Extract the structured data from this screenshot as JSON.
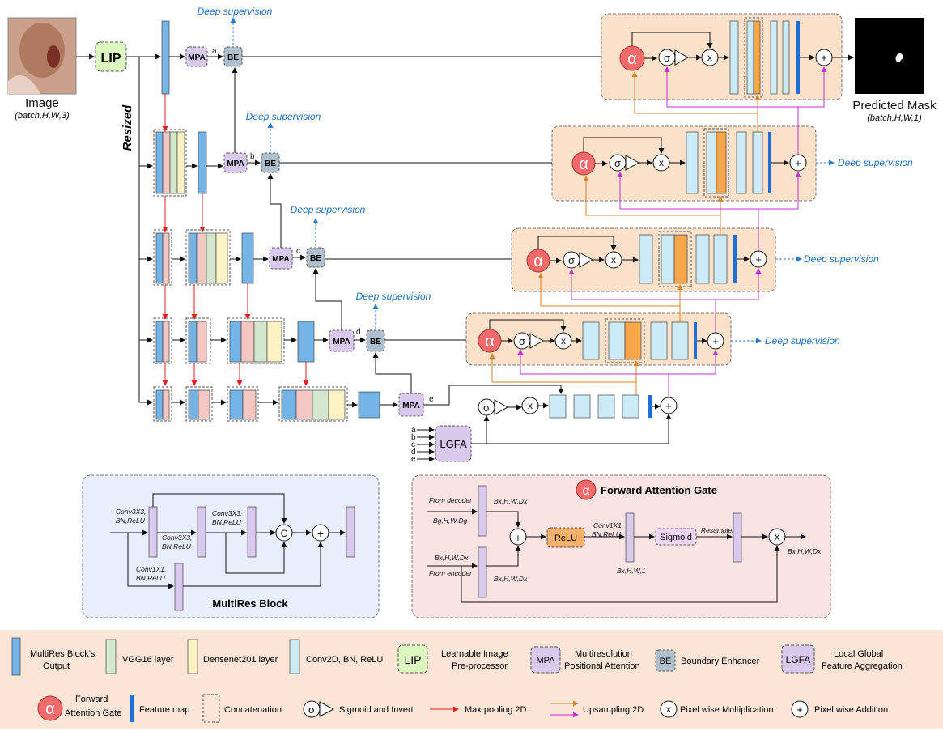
{
  "input": {
    "label": "Image",
    "shape": "(batch,H,W,3)"
  },
  "output": {
    "label": "Predicted Mask",
    "shape": "(batch,H,W,1)"
  },
  "lip_label": "LIP",
  "resized_label": "Resized",
  "deep_supervision": "Deep supervision",
  "mpa_label": "MPA",
  "be_label": "BE",
  "lgfa_label": "LGFA",
  "sigma": "σ",
  "alpha": "α",
  "mult_symbol": "x",
  "plus_symbol": "+",
  "skip_letters": [
    "a",
    "b",
    "c",
    "d",
    "e"
  ],
  "multires": {
    "title": "MultiRes Block",
    "conv1": "Conv3X3,",
    "conv1b": "BN,ReLU",
    "conv2": "Conv3X3,",
    "conv2b": "BN,ReLU",
    "conv3": "Conv3X3,",
    "conv3b": "BN,ReLU",
    "conv4": "Conv1X1,",
    "conv4b": "BN,ReLU",
    "concat": "C",
    "plus": "+"
  },
  "fag": {
    "title": "Forward Attention Gate",
    "from_decoder": "From decoder",
    "bg": "Bg,H,W,Dg",
    "from_encoder": "From encoder",
    "bx_top": "Bx,H,W,Dx",
    "bx_enc": "Bx,H,W,Dx",
    "bx_enc2": "Bx,H,W,Dx",
    "relu": "ReLU",
    "conv": "Conv1X1,",
    "convb": "BN,ReLU",
    "bhw1": "Bx,H,W,1",
    "sigmoid": "Sigmoid",
    "resampler": "Resampler",
    "out": "Bx,H,W,Dx",
    "x": "X",
    "plus": "+"
  },
  "legend": {
    "multires_out": [
      "MultiRes Block's",
      "Output"
    ],
    "vgg": "VGG16 layer",
    "densenet": "Densenet201 layer",
    "conv": "Conv2D, BN, ReLU",
    "lip": "LIP",
    "lip_desc": [
      "Learnable Image",
      "Pre-processor"
    ],
    "mpa": "MPA",
    "mpa_desc": [
      "Multiresolution",
      "Positional Attention"
    ],
    "be": "BE",
    "be_desc": "Boundary Enhancer",
    "lgfa": "LGFA",
    "lgfa_desc": [
      "Local Global",
      "Feature Aggregation"
    ],
    "fag_desc": [
      "Forward",
      "Attention Gate"
    ],
    "feature_map": "Feature map",
    "concat": "Concatenation",
    "sig_inv": "Sigmoid and Invert",
    "maxpool": "Max pooling 2D",
    "upsample": "Upsampling 2D",
    "pmul": "Pixel wise Multiplication",
    "padd": "Pixel wise Addition"
  },
  "colors": {
    "blue": "#74b4e6",
    "vgg": "#d4e8cf",
    "dense": "#fdf3c4",
    "pink": "#f4c7c3",
    "conv": "#cdeaf7",
    "orange": "#f8a64a",
    "purple": "#d9c9ec",
    "gray": "#aebfcd",
    "lip": "#dcf7c0",
    "alpha": "#f26b6b",
    "dec_bg": "#fbe1c9",
    "legend_bg": "#fbe5d6",
    "multires_bg": "#e8eefb",
    "fag_bg": "#fae3e3",
    "red_arrow": "#e02020",
    "orange_line": "#d9842a",
    "magenta_line": "#c431d6"
  }
}
